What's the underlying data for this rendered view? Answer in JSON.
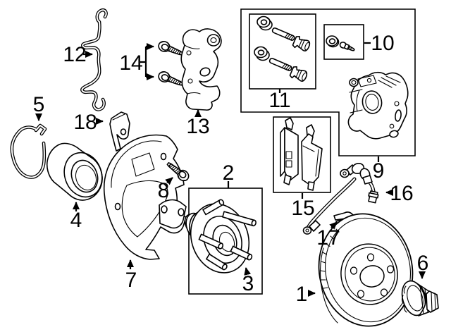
{
  "diagram": {
    "type": "exploded-parts-diagram",
    "subject": "disc-brake-components",
    "colors": {
      "background": "#ffffff",
      "line": "#000000"
    },
    "callouts": [
      {
        "num": "1",
        "part": "brake-rotor"
      },
      {
        "num": "2",
        "part": "hub-and-bearing-assembly"
      },
      {
        "num": "3",
        "part": "wheel-stud"
      },
      {
        "num": "4",
        "part": "wheel-bearing"
      },
      {
        "num": "5",
        "part": "snap-ring"
      },
      {
        "num": "6",
        "part": "hub-nut"
      },
      {
        "num": "7",
        "part": "splash-shield"
      },
      {
        "num": "8",
        "part": "shield-bolt"
      },
      {
        "num": "9",
        "part": "brake-caliper"
      },
      {
        "num": "10",
        "part": "bleeder-screw-kit"
      },
      {
        "num": "11",
        "part": "caliper-guide-pin-kit"
      },
      {
        "num": "12",
        "part": "pad-retainer-spring"
      },
      {
        "num": "13",
        "part": "caliper-mounting-bracket"
      },
      {
        "num": "14",
        "part": "bracket-mounting-bolts"
      },
      {
        "num": "15",
        "part": "brake-pad-set"
      },
      {
        "num": "16",
        "part": "brake-hose"
      },
      {
        "num": "17",
        "part": "hose-retainer-clip"
      },
      {
        "num": "18",
        "part": "hose-bracket"
      }
    ]
  }
}
